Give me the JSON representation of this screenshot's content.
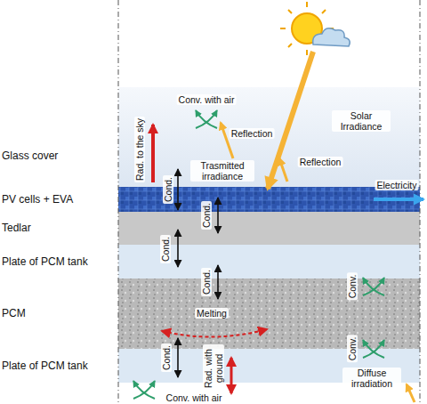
{
  "diagram": {
    "nodes": [
      {
        "text": [
          "Glass cover"
        ]
      },
      {
        "text": [
          "PV cells + EVA"
        ]
      },
      {
        "text": [
          "Tedlar"
        ]
      },
      {
        "text": [
          "Plate of PCM tank"
        ]
      },
      {
        "text": [
          "PCM"
        ]
      },
      {
        "text": [
          "Plate of PCM tank"
        ]
      }
    ],
    "labels": [
      "Conv. with air",
      "Rad. to the sky",
      "Solar Irradiance",
      "Reflection",
      "Trasmitted irradiance",
      "Reflection",
      "Cond.",
      "Electricity",
      "Cond.",
      "Cond.",
      "Cond.",
      "Conv.",
      "Melting",
      "Cond.",
      "Conv.",
      "Rad. with ground",
      "Conv. with air",
      "Diffuse irradiation"
    ]
  }
}
